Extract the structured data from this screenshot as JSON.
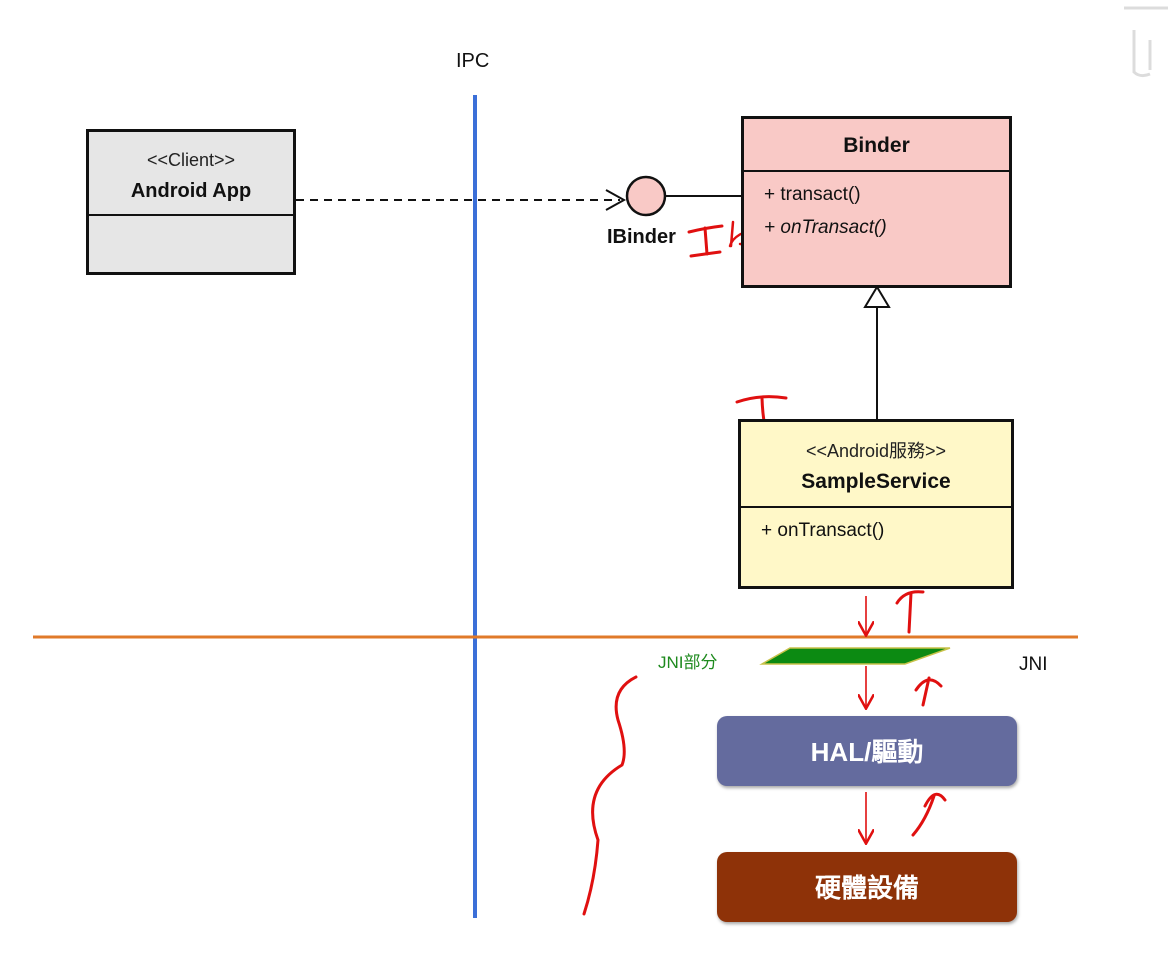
{
  "labels": {
    "ipc": "IPC",
    "jni": "JNI",
    "jni_part": "JNI部分",
    "ibinder": "IBinder"
  },
  "client": {
    "stereotype": "<<Client>>",
    "name": "Android App"
  },
  "binder": {
    "name": "Binder",
    "methods": [
      "+ transact()",
      "+ onTransact()"
    ]
  },
  "service": {
    "stereotype": "<<Android服務>>",
    "name": "SampleService",
    "methods": [
      "+ onTransact()"
    ]
  },
  "hal": {
    "label": "HAL/驅動"
  },
  "hardware": {
    "label": "硬體設備"
  },
  "colors": {
    "ipc_line": "#3b6fd8",
    "jni_line": "#e07a2a",
    "binder_fill": "#f9c9c6",
    "service_fill": "#fff8c8",
    "client_fill": "#e6e6e6",
    "hal_fill": "#646b9e",
    "hardware_fill": "#8e3208",
    "jni_parallelogram": "#0c8a12",
    "annotation_red": "#e01010"
  }
}
